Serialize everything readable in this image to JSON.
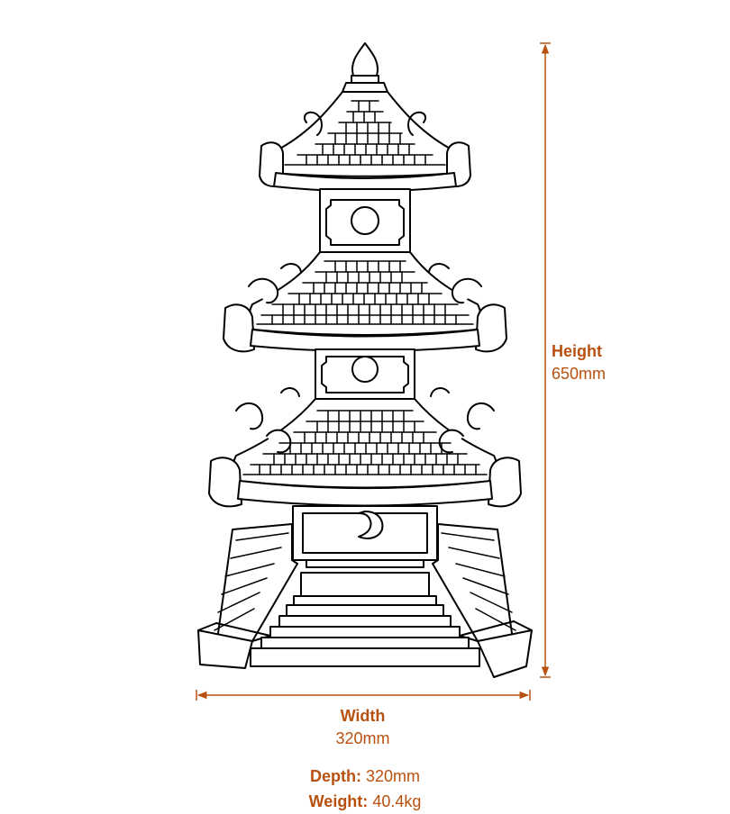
{
  "dimensions": {
    "height": {
      "label": "Height",
      "value": "650mm"
    },
    "width": {
      "label": "Width",
      "value": "320mm"
    }
  },
  "specs": {
    "depth": {
      "label": "Depth:",
      "value": "320mm"
    },
    "weight": {
      "label": "Weight:",
      "value": "40.4kg"
    }
  },
  "colors": {
    "accent": "#b8510f",
    "line": "#000000"
  },
  "illustration": "pagoda-line-drawing"
}
